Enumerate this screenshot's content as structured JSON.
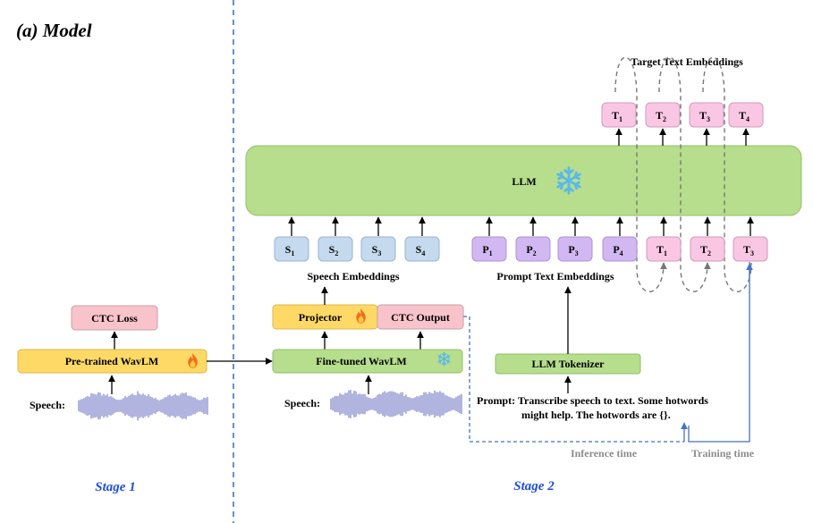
{
  "title": "(a) Model",
  "stage1": {
    "label": "Stage 1",
    "ctc_loss": "CTC Loss",
    "wavlm": "Pre-trained WavLM",
    "speech_label": "Speech:"
  },
  "stage2": {
    "label": "Stage 2",
    "speech_label": "Speech:",
    "finetuned_wavlm": "Fine-tuned WavLM",
    "projector": "Projector",
    "ctc_output": "CTC Output",
    "llm": "LLM",
    "llm_tokenizer": "LLM Tokenizer",
    "speech_embeddings": "Speech Embeddings",
    "prompt_text_embeddings": "Prompt Text Embeddings",
    "target_text_embeddings": "Target Text Embeddings",
    "prompt_line1": "Prompt: Transcribe speech to text. Some hotwords",
    "prompt_line2": "might help. The hotwords are {}.",
    "inference_time": "Inference time",
    "training_time": "Training time",
    "speech_tokens": [
      {
        "letter": "S",
        "sub": "1"
      },
      {
        "letter": "S",
        "sub": "2"
      },
      {
        "letter": "S",
        "sub": "3"
      },
      {
        "letter": "S",
        "sub": "4"
      }
    ],
    "prompt_tokens": [
      {
        "letter": "P",
        "sub": "1"
      },
      {
        "letter": "P",
        "sub": "2"
      },
      {
        "letter": "P",
        "sub": "3"
      },
      {
        "letter": "P",
        "sub": "4"
      }
    ],
    "input_text_tokens": [
      {
        "letter": "T",
        "sub": "1"
      },
      {
        "letter": "T",
        "sub": "2"
      },
      {
        "letter": "T",
        "sub": "3"
      }
    ],
    "output_text_tokens": [
      {
        "letter": "T",
        "sub": "1"
      },
      {
        "letter": "T",
        "sub": "2"
      },
      {
        "letter": "T",
        "sub": "3"
      },
      {
        "letter": "T",
        "sub": "4"
      }
    ]
  },
  "icons": {
    "trainable": "fire-icon",
    "frozen": "snowflake-icon"
  },
  "colors": {
    "yellow": "#FFD966",
    "green": "#B6DE8C",
    "pink": "#F8C3CB",
    "blue_token": "#C5DAEE",
    "purple_token": "#D2B8F2",
    "magenta_token": "#F9C6E3",
    "stage_label": "#1F4FD8",
    "divider": "#4472C4"
  }
}
